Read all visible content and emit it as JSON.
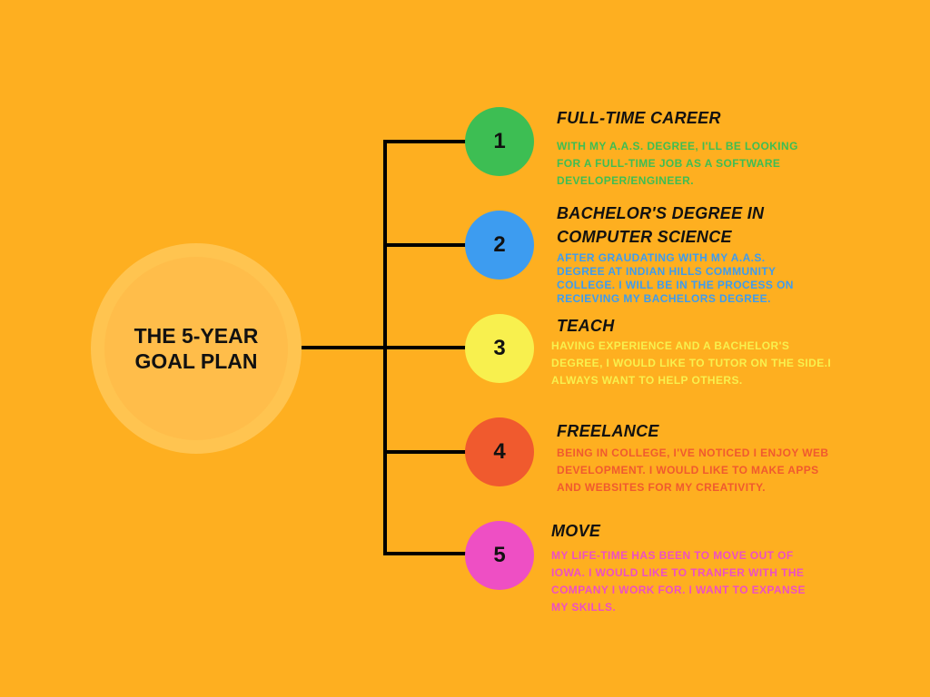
{
  "center": {
    "title": "THE 5-YEAR GOAL PLAN"
  },
  "steps": [
    {
      "number": "1",
      "title": "FULL-TIME CAREER",
      "text": "WITH MY A.A.S. DEGREE, I'LL BE LOOKING FOR A FULL-TIME JOB AS A SOFTWARE DEVELOPER/ENGINEER.",
      "color": "#3DBE53"
    },
    {
      "number": "2",
      "title": "BACHELOR'S DEGREE IN COMPUTER SCIENCE",
      "text": "AFTER GRAUDATING WITH MY A.A.S. DEGREE AT INDIAN HILLS COMMUNITY COLLEGE. I WILL BE IN THE PROCESS ON RECIEVING MY BACHELORS DEGREE.",
      "color": "#3D9CF0"
    },
    {
      "number": "3",
      "title": "TEACH",
      "text": "HAVING EXPERIENCE AND A BACHELOR'S DEGREE, I WOULD LIKE TO TUTOR ON THE SIDE.I ALWAYS WANT TO HELP OTHERS.",
      "color": "#F8F04E"
    },
    {
      "number": "4",
      "title": "FREELANCE",
      "text": "BEING IN COLLEGE, I'VE NOTICED I ENJOY WEB DEVELOPMENT. I WOULD LIKE TO MAKE APPS AND WEBSITES FOR MY CREATIVITY.",
      "color": "#F05A2E"
    },
    {
      "number": "5",
      "title": "MOVE",
      "text": "MY LIFE-TIME HAS BEEN TO MOVE OUT OF IOWA. I WOULD LIKE TO TRANFER WITH THE COMPANY I WORK FOR. I WANT TO EXPANSE MY SKILLS.",
      "color": "#EE4FC4"
    }
  ]
}
